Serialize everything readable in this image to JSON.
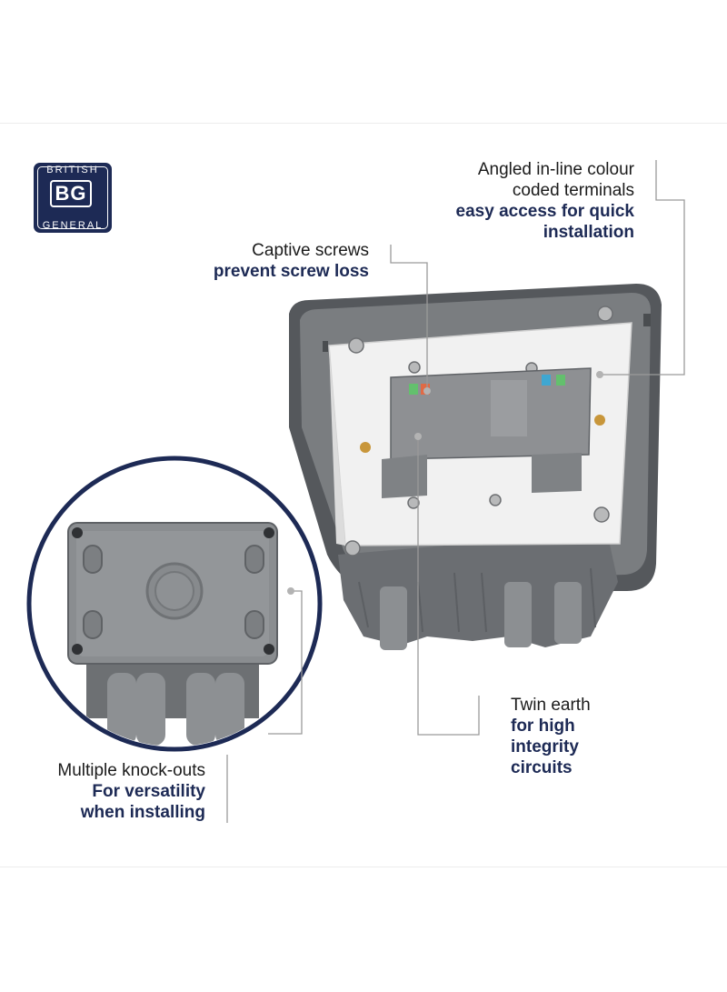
{
  "brand": {
    "line1": "BRITISH",
    "line2": "BG",
    "line3": "GENERAL"
  },
  "callouts": {
    "terminals": {
      "line1": "Angled in-line colour",
      "line2": "coded terminals",
      "strong1": "easy access for quick",
      "strong2": "installation"
    },
    "screws": {
      "line1": "Captive screws",
      "strong1": "prevent screw loss"
    },
    "earth": {
      "line1": "Twin earth",
      "strong1": "for high",
      "strong2": "integrity",
      "strong3": "circuits"
    },
    "knockouts": {
      "line1": "Multiple knock-outs",
      "strong1": "For versatility",
      "strong2": "when installing"
    }
  },
  "colors": {
    "navy": "#1d2a55",
    "leader": "#9a9a9a",
    "housing": "#6f7174",
    "plate": "#f2f2f2"
  }
}
